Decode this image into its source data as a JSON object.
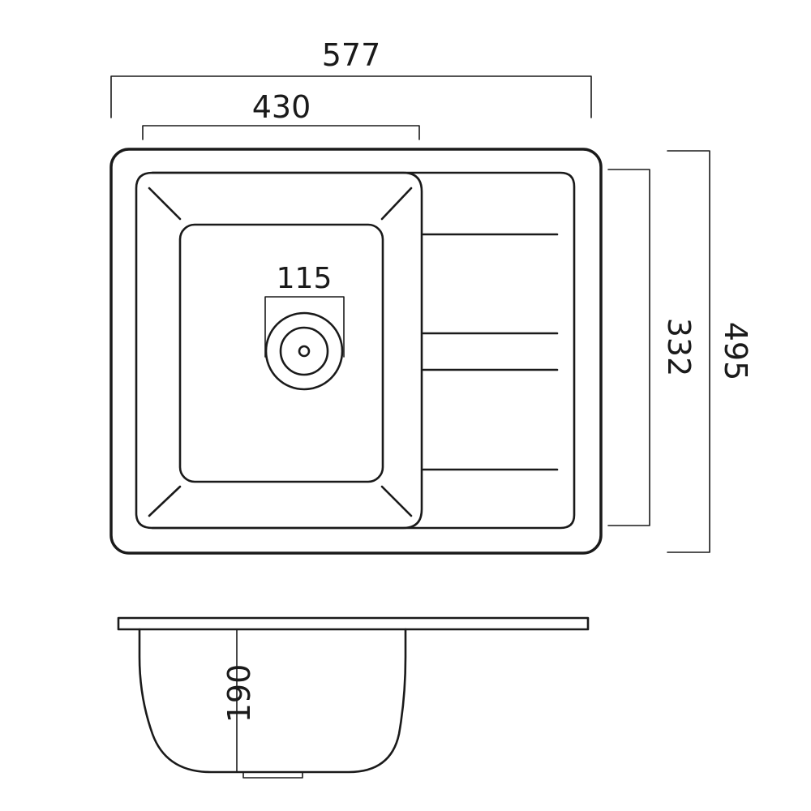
{
  "dimensions": {
    "overall_width": "577",
    "bowl_width": "430",
    "drain_diameter": "115",
    "bowl_length": "332",
    "overall_length": "495",
    "depth": "190"
  }
}
